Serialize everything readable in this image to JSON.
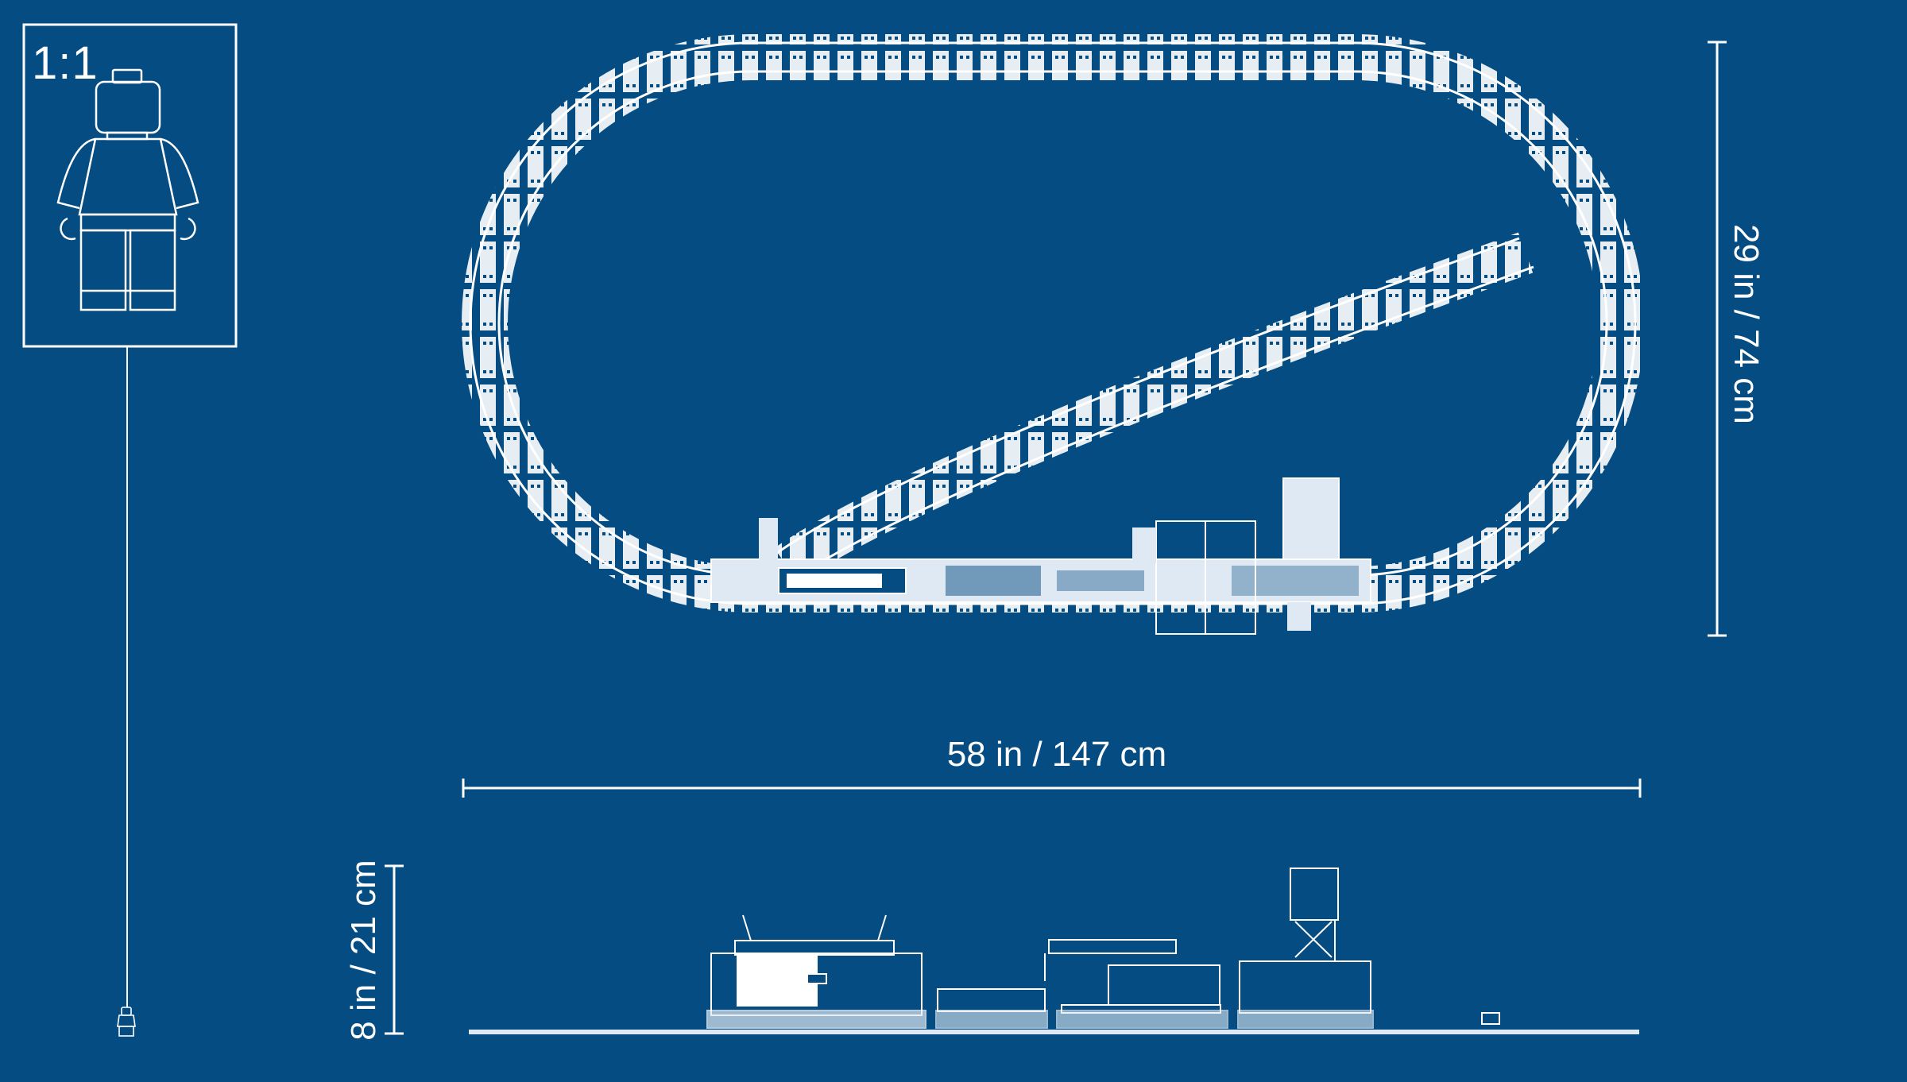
{
  "scale_box": {
    "label": "1:1"
  },
  "dimensions": {
    "width": "58 in / 147 cm",
    "depth": "29 in / 74 cm",
    "height": "8 in / 21 cm"
  },
  "colors": {
    "background": "#044c82",
    "line": "#ffffff",
    "fill_light": "#dfe9f3"
  },
  "icons": {
    "minifigure_large": "minifigure-icon",
    "minifigure_small": "minifigure-small-icon",
    "track_oval": "track-layout-icon",
    "train_top": "train-top-view-icon",
    "train_side": "train-side-view-icon"
  }
}
